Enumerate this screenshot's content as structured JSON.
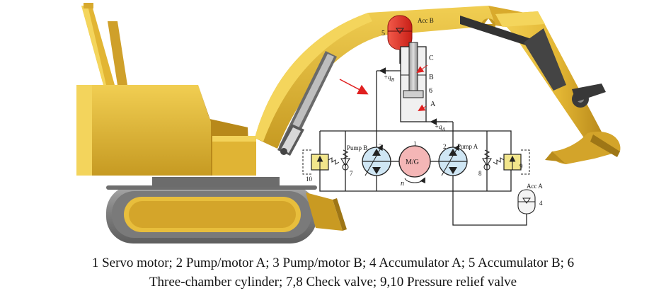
{
  "colors": {
    "machine_yellow": "#E8BE3C",
    "machine_shadow": "#B68A14",
    "machine_dark": "#8C6A10",
    "track_gray": "#8A8A8A",
    "accumulator_red": "#E8332A",
    "accumulator_white": "#F4F4F4",
    "pump_blue": "#CFE6F4",
    "valve_yellow": "#F2E68C",
    "motor_pink": "#F4B0B0",
    "arrow_red": "#E02020"
  },
  "diagram": {
    "labels": {
      "acc_b": "Acc B",
      "num_5": "5",
      "num_C": "C",
      "num_B": "B",
      "num_6": "6",
      "num_A": "A",
      "flow_qB": "+q",
      "flow_qB_sub": "B",
      "flow_qA": "+q",
      "flow_qA_sub": "A",
      "num_1": "1",
      "motor": "M/G",
      "speed": "n",
      "pump_b": "Pump B",
      "num_3": "3",
      "pump_a": "Pump A",
      "num_2": "2",
      "num_7": "7",
      "num_8": "8",
      "num_9": "9",
      "num_10": "10",
      "acc_a": "Acc A",
      "num_4": "4"
    }
  },
  "caption": {
    "line1": "1 Servo motor; 2 Pump/motor A; 3 Pump/motor B; 4 Accumulator A; 5 Accumulator B; 6",
    "line2": "Three-chamber cylinder; 7,8 Check valve; 9,10 Pressure relief valve"
  }
}
